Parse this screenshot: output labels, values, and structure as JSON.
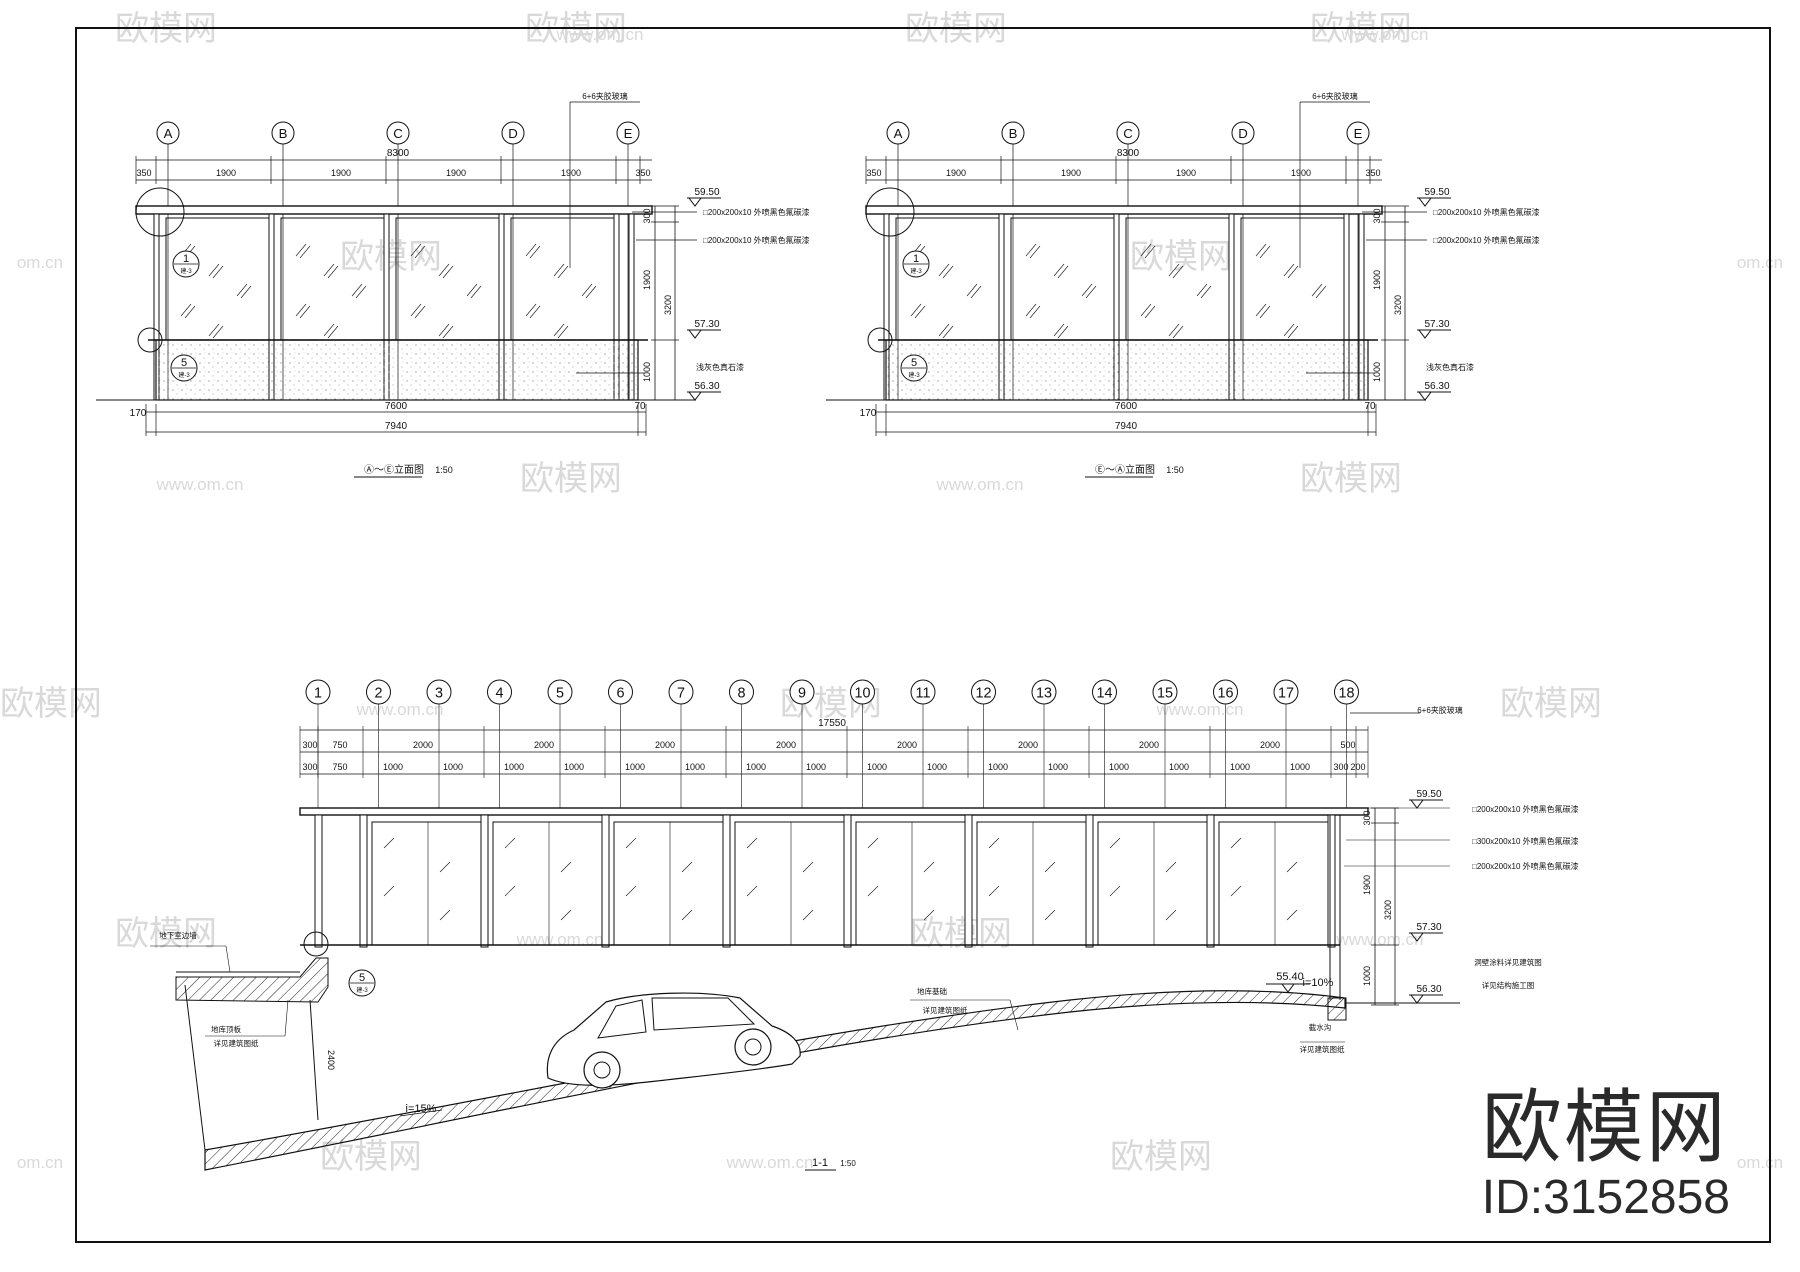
{
  "watermark": {
    "brand": "欧模网",
    "site": "www.om.cn",
    "side_left": "om.cn",
    "id_text": "ID:3152858"
  },
  "elev1": {
    "title": "Ⓐ～Ⓔ立面图",
    "scale": "1:50",
    "axes": [
      "A",
      "B",
      "C",
      "D",
      "E"
    ],
    "total_top": "8300",
    "spans_top": [
      "350",
      "1900",
      "1900",
      "1900",
      "1900",
      "350"
    ],
    "dim_bottom_inner": "7600",
    "dim_bottom_total": "7940",
    "dim_left": "170",
    "dim_right": "70",
    "elev_top": "59.50",
    "elev_mid": "57.30",
    "elev_bot": "56.30",
    "v_dims": [
      "300",
      "1900",
      "1000"
    ],
    "v_total": "3200",
    "note_glass": "6+6夹胶玻璃",
    "note_beam1": "□200x200x10 外喷黑色氟碳漆",
    "note_beam2": "□200x200x10 外喷黑色氟碳漆",
    "note_base": "浅灰色真石漆",
    "detail1": "1",
    "detail1_sub": "建-3",
    "detail2": "5",
    "detail2_sub": "建-3"
  },
  "elev2": {
    "title": "Ⓔ～Ⓐ立面图",
    "scale": "1:50",
    "axes": [
      "A",
      "B",
      "C",
      "D",
      "E"
    ],
    "total_top": "8300",
    "spans_top": [
      "350",
      "1900",
      "1900",
      "1900",
      "1900",
      "350"
    ],
    "dim_bottom_inner": "7600",
    "dim_bottom_total": "7940",
    "dim_left": "170",
    "dim_right": "70",
    "elev_top": "59.50",
    "elev_mid": "57.30",
    "elev_bot": "56.30",
    "v_dims": [
      "300",
      "1900",
      "1000"
    ],
    "v_total": "3200",
    "note_glass": "6+6夹胶玻璃",
    "note_beam1": "□200x200x10 外喷黑色氟碳漆",
    "note_beam2": "□200x200x10 外喷黑色氟碳漆",
    "note_base": "浅灰色真石漆",
    "detail1": "1",
    "detail1_sub": "建-3",
    "detail2": "5",
    "detail2_sub": "建-3"
  },
  "section": {
    "title": "1-1",
    "scale": "1:50",
    "axes": [
      "1",
      "2",
      "3",
      "4",
      "5",
      "6",
      "7",
      "8",
      "9",
      "10",
      "11",
      "12",
      "13",
      "14",
      "15",
      "16",
      "17",
      "18"
    ],
    "total_top": "17550",
    "row1": [
      "300",
      "750",
      "2000",
      "2000",
      "2000",
      "2000",
      "2000",
      "2000",
      "2000",
      "2000",
      "500"
    ],
    "row2": [
      "300",
      "750",
      "1000",
      "1000",
      "1000",
      "1000",
      "1000",
      "1000",
      "1000",
      "1000",
      "1000",
      "1000",
      "1000",
      "1000",
      "1000",
      "1000",
      "1000",
      "1000",
      "300",
      "200"
    ],
    "elev_top": "59.50",
    "elev_mid": "57.30",
    "elev_bot": "56.30",
    "elev_ramp": "55.40",
    "v_dims": [
      "300",
      "1900",
      "1000"
    ],
    "v_total": "3200",
    "note_glass": "6+6夹胶玻璃",
    "note_beam1": "□200x200x10 外喷黑色氟碳漆",
    "note_beam2": "□300x200x10 外喷黑色氟碳漆",
    "note_beam3": "□200x200x10 外喷黑色氟碳漆",
    "note_right1": "洞壁涂料详见建筑图",
    "note_right2": "详见结构施工图",
    "note_ramp1": "地库基础",
    "note_ramp2": "详见建筑图纸",
    "note_drain1": "截水沟",
    "note_drain2": "详见建筑图纸",
    "note_left1": "地下室边墙",
    "note_left2": "地库顶板",
    "note_left3": "详见建筑图纸",
    "slope_main": "i=15%",
    "slope_top": "i=10%",
    "dim_2400": "2400",
    "detail2": "5",
    "detail2_sub": "建-3"
  }
}
